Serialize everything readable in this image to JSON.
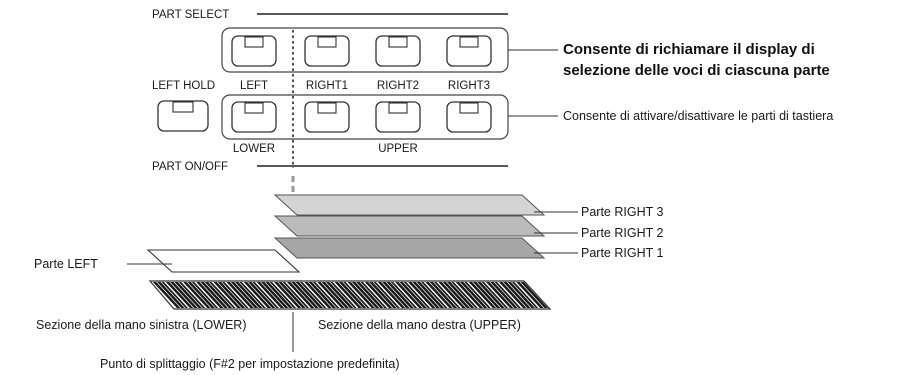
{
  "panel": {
    "part_select_label": "PART SELECT",
    "part_on_off_label": "PART ON/OFF",
    "left_hold_label": "LEFT HOLD",
    "buttons": [
      "LEFT",
      "RIGHT1",
      "RIGHT2",
      "RIGHT3"
    ],
    "lower_label": "LOWER",
    "upper_label": "UPPER"
  },
  "callouts": {
    "select_line1": "Consente di richiamare il display di",
    "select_line2": "selezione delle voci di ciascuna parte",
    "on_off": "Consente di attivare/disattivare le parti di tastiera"
  },
  "layers": {
    "right3": "Parte RIGHT 3",
    "right2": "Parte RIGHT 2",
    "right1": "Parte RIGHT 1",
    "left": "Parte LEFT"
  },
  "keyboard": {
    "lower_section": "Sezione della mano sinistra (LOWER)",
    "upper_section": "Sezione della mano destra (UPPER)",
    "split_point": "Punto di splittaggio (F#2 per impostazione predefinita)"
  },
  "colors": {
    "right3_fill": "#d4d4d4",
    "right2_fill": "#bbbbbb",
    "right1_fill": "#a6a6a6",
    "left_fill": "#ffffff",
    "key_black": "#1a1a1a"
  }
}
